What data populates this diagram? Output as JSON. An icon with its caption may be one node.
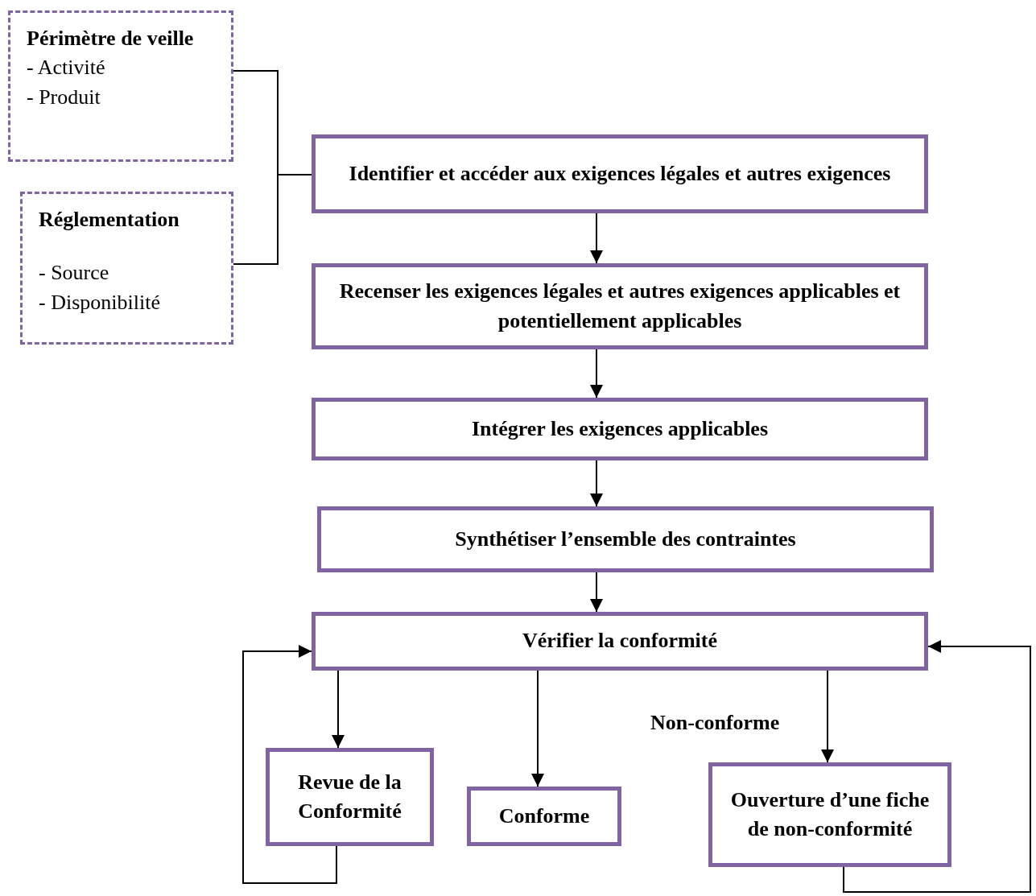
{
  "diagram": {
    "nodes": [
      {
        "text": [
          "Périmètre de veille",
          "- Activité",
          "- Produit"
        ]
      },
      {
        "text": [
          "Réglementation",
          "- Source",
          "- Disponibilité"
        ]
      },
      {
        "text": [
          "Identifier et accéder aux exigences légales et autres exigences"
        ]
      },
      {
        "text": [
          "Recenser les exigences légales et autres exigences applicables et potentiellement applicables"
        ]
      },
      {
        "text": [
          "Intégrer les exigences applicables"
        ]
      },
      {
        "text": [
          "Synthétiser l’ensemble des contraintes"
        ]
      },
      {
        "text": [
          "Vérifier la conformité"
        ]
      },
      {
        "text": [
          "Revue de la Conformité"
        ]
      },
      {
        "text": [
          "Conforme"
        ]
      },
      {
        "text": [
          "Ouverture d’une fiche de non-conformité"
        ]
      }
    ],
    "edges": [
      {
        "from": 0,
        "to": 2,
        "arrow": "none"
      },
      {
        "from": 1,
        "to": 2,
        "arrow": "none"
      },
      {
        "from": 2,
        "to": 3,
        "arrow": "to"
      },
      {
        "from": 3,
        "to": 4,
        "arrow": "to"
      },
      {
        "from": 4,
        "to": 5,
        "arrow": "to"
      },
      {
        "from": 5,
        "to": 6,
        "arrow": "to"
      },
      {
        "from": 6,
        "to": 7,
        "arrow": "to"
      },
      {
        "from": 6,
        "to": 8,
        "arrow": "to"
      },
      {
        "from": 6,
        "to": 9,
        "arrow": "to",
        "label": "Non-conforme"
      },
      {
        "from": 7,
        "to": 6,
        "arrow": "to"
      },
      {
        "from": 9,
        "to": 6,
        "arrow": "to"
      }
    ]
  }
}
